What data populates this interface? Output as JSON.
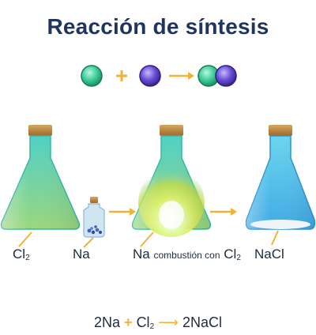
{
  "title": "Reacción de síntesis",
  "labels": {
    "flask1": "Cl",
    "flask1_sub": "2",
    "na": "Na",
    "flask2_na": "Na",
    "flask2_text": "combustión con",
    "flask2_cl": "Cl",
    "flask2_sub": "2",
    "flask3": "NaCl"
  },
  "equation": {
    "left": "2Na",
    "plus": "+",
    "cl": "Cl",
    "cl_sub": "2",
    "right": "2NaCl"
  },
  "colors": {
    "title": "#1f3560",
    "accent": "#f2b233",
    "atom_green": "#3fcf9a",
    "atom_purple": "#6a4fd6"
  }
}
